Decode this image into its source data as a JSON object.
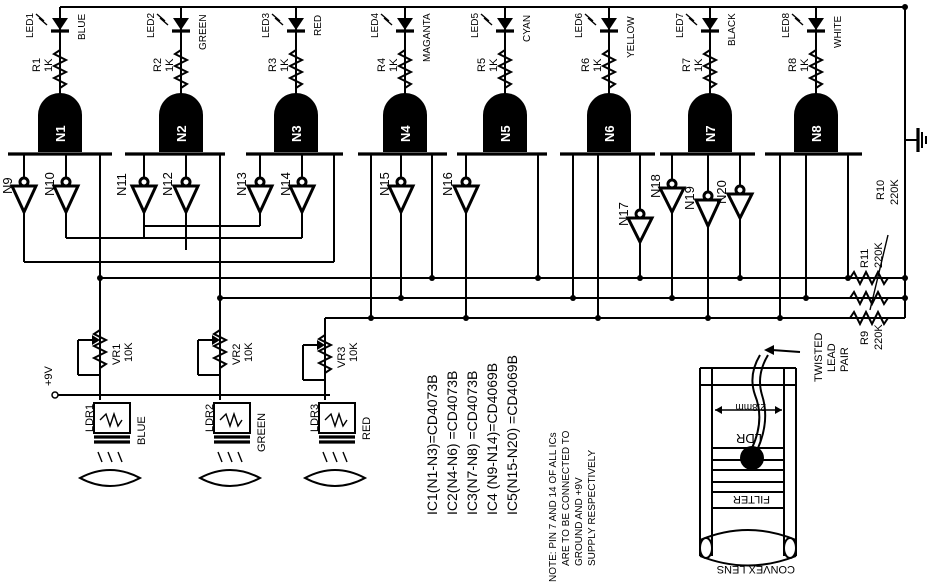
{
  "leds": [
    {
      "ref": "LED1",
      "color": "BLUE",
      "res": "R1",
      "val": "1K"
    },
    {
      "ref": "LED2",
      "color": "GREEN",
      "res": "R2",
      "val": "1K"
    },
    {
      "ref": "LED3",
      "color": "RED",
      "res": "R3",
      "val": "1K"
    },
    {
      "ref": "LED4",
      "color": "MAGANTA",
      "res": "R4",
      "val": "1K"
    },
    {
      "ref": "LED5",
      "color": "CYAN",
      "res": "R5",
      "val": "1K"
    },
    {
      "ref": "LED6",
      "color": "YELLOW",
      "res": "R6",
      "val": "1K"
    },
    {
      "ref": "LED7",
      "color": "BLACK",
      "res": "R7",
      "val": "1K"
    },
    {
      "ref": "LED8",
      "color": "WHITE",
      "res": "R8",
      "val": "1K"
    }
  ],
  "nand_gates": [
    "N1",
    "N2",
    "N3",
    "N4",
    "N5",
    "N6",
    "N7",
    "N8"
  ],
  "inverters": [
    "N9",
    "N10",
    "N11",
    "N12",
    "N13",
    "N14",
    "N15",
    "N16",
    "N17",
    "N18",
    "N19",
    "N20"
  ],
  "resistors": {
    "r10": {
      "ref": "R10",
      "val": "220K"
    },
    "r11": {
      "ref": "R11",
      "val": "220K"
    },
    "r9": {
      "ref": "R9",
      "val": "220K"
    }
  },
  "sensors": [
    {
      "vr": "VR1",
      "vr_val": "10K",
      "ldr": "LDR1",
      "color": "BLUE"
    },
    {
      "vr": "VR2",
      "vr_val": "10K",
      "ldr": "LDR2",
      "color": "GREEN"
    },
    {
      "vr": "VR3",
      "vr_val": "10K",
      "ldr": "LDR3",
      "color": "RED"
    }
  ],
  "supply": "+9V",
  "ic_list": [
    "IC1(N1-N3)=CD4073B",
    "IC2(N4-N6) =CD4073B",
    "IC3(N7-N8) =CD4073B",
    "IC4 (N9-N14)=CD4069B",
    "IC5(N15-N20) =CD4069B"
  ],
  "note_lines": [
    "NOTE: PIN 7 AND 14 OF ALL ICs",
    "ARE TO BE CONNECTED TO",
    "GROUND AND +9V",
    "SUPPLY RESPECTIVELY"
  ],
  "assembly": {
    "twisted": "TWISTED",
    "lead": "LEAD",
    "pair": "PAIR",
    "dim": "2.8mm",
    "ldr": "LDR",
    "filter": "FILTER",
    "lens": "CONVEX LENS"
  }
}
